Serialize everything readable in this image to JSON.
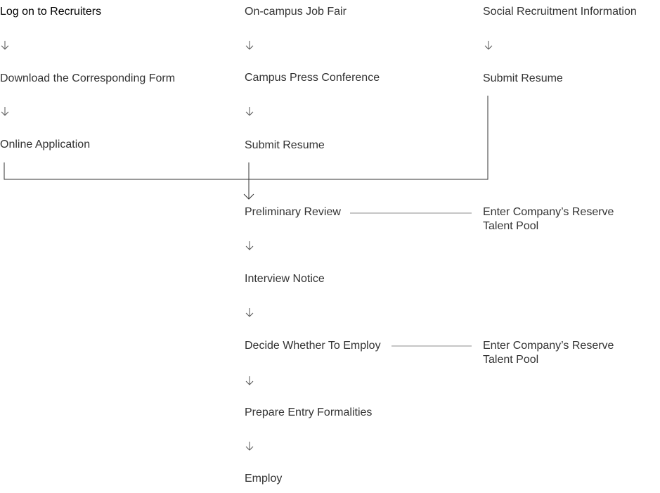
{
  "flow": {
    "col1": {
      "log_on": "Log on to Recruiters",
      "download": "Download the Corresponding Form",
      "online_application": "Online Application"
    },
    "col2": {
      "job_fair": "On-campus Job Fair",
      "press_conference": "Campus Press Conference",
      "submit_resume": "Submit Resume"
    },
    "col3": {
      "social_info": "Social Recruitment Information",
      "submit_resume": "Submit Resume"
    },
    "main": {
      "preliminary_review": "Preliminary Review",
      "interview_notice": "Interview Notice",
      "decide": "Decide Whether To Employ",
      "prepare_entry": "Prepare Entry Formalities",
      "employ": "Employ"
    },
    "side": {
      "reserve_pool_1": "Enter Company’s Reserve Talent Pool",
      "reserve_pool_2": "Enter Company’s Reserve Talent Pool"
    }
  }
}
